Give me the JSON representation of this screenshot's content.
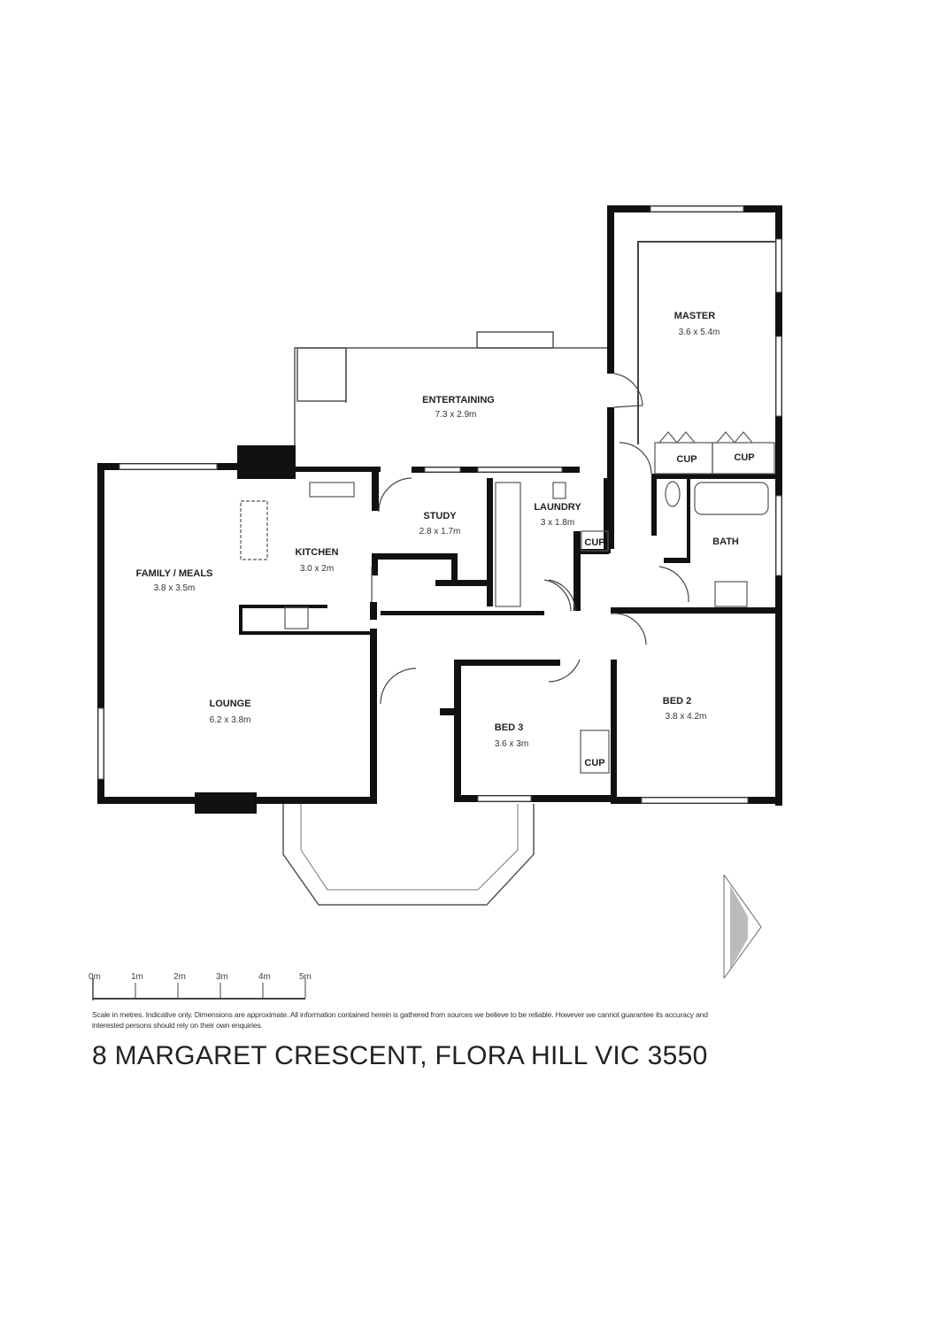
{
  "rooms": {
    "master": {
      "name": "MASTER",
      "dim": "3.6 x 5.4m"
    },
    "entertaining": {
      "name": "ENTERTAINING",
      "dim": "7.3 x 2.9m"
    },
    "study": {
      "name": "STUDY",
      "dim": "2.8 x 1.7m"
    },
    "laundry": {
      "name": "LAUNDRY",
      "dim": "3 x 1.8m"
    },
    "kitchen": {
      "name": "KITCHEN",
      "dim": "3.0 x 2m"
    },
    "family": {
      "name": "FAMILY / MEALS",
      "dim": "3.8 x 3.5m"
    },
    "lounge": {
      "name": "LOUNGE",
      "dim": "6.2 x 3.8m"
    },
    "bed3": {
      "name": "BED 3",
      "dim": "3.6 x 3m"
    },
    "bed2": {
      "name": "BED 2",
      "dim": "3.8 x 4.2m"
    },
    "bath": {
      "name": "BATH"
    },
    "cup": "CUP"
  },
  "scale": {
    "ticks": [
      "0m",
      "1m",
      "2m",
      "3m",
      "4m",
      "5m"
    ]
  },
  "disclaimer": "Scale in metres. Indicative only. Dimensions are approximate. All information contained herein is gathered from sources we believe to be reliable. However we cannot guarantee its accuracy and interested persons should rely on their own enquiries.",
  "address": "8 MARGARET CRESCENT, FLORA HILL VIC 3550"
}
